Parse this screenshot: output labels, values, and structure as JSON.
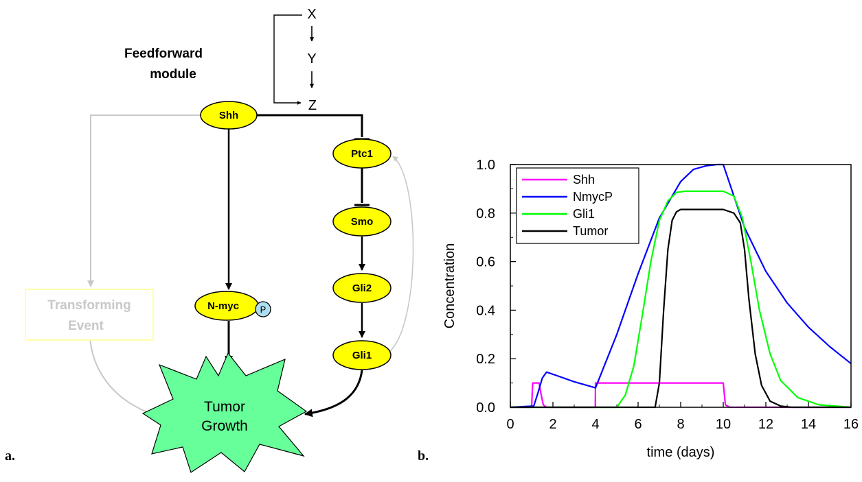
{
  "panel_a": {
    "label": "a.",
    "module_title_line1": "Feedforward",
    "module_title_line2": "module",
    "x_label": "X",
    "y_label": "Y",
    "z_label": "Z",
    "nodes": {
      "shh": "Shh",
      "ptc1": "Ptc1",
      "smo": "Smo",
      "gli2": "Gli2",
      "gli1": "Gli1",
      "nmyc": "N-myc",
      "phospho": "P"
    },
    "transforming_line1": "Transforming",
    "transforming_line2": "Event",
    "tumor_line1": "Tumor",
    "tumor_line2": "Growth",
    "colors": {
      "node_fill": "#ffff00",
      "tumor_fill": "#66ff99",
      "faded": "#c8c8c8",
      "phospho_fill": "#aedff0"
    }
  },
  "panel_b": {
    "label": "b."
  },
  "chart_data": {
    "type": "line",
    "xlabel": "time (days)",
    "ylabel": "Concentration",
    "xlim": [
      0,
      16
    ],
    "ylim": [
      0,
      1.0
    ],
    "xticks": [
      "0",
      "2",
      "4",
      "6",
      "8",
      "10",
      "12",
      "14",
      "16"
    ],
    "yticks": [
      "0.0",
      "0.2",
      "0.4",
      "0.6",
      "0.8",
      "1.0"
    ],
    "legend_position": "top-left",
    "grid": false,
    "series": [
      {
        "name": "Shh",
        "color": "#ff00ff",
        "x": [
          0,
          1.0,
          1.05,
          1.35,
          1.45,
          1.55,
          1.7,
          2.0,
          3.99,
          4.0,
          10.0,
          10.1,
          10.3,
          16
        ],
        "y": [
          0,
          0,
          0.1,
          0.1,
          0.05,
          0.01,
          0,
          0,
          0,
          0.1,
          0.1,
          0.01,
          0,
          0
        ]
      },
      {
        "name": "NmycP",
        "color": "#0000ff",
        "x": [
          0,
          1.1,
          1.3,
          1.5,
          1.7,
          2.2,
          3.0,
          3.6,
          4.0,
          5.0,
          6.0,
          7.0,
          8.0,
          8.6,
          9.2,
          9.7,
          10.0,
          10.5,
          11.0,
          12.0,
          13.0,
          14.0,
          15.0,
          16.0
        ],
        "y": [
          0,
          0.005,
          0.06,
          0.12,
          0.145,
          0.13,
          0.105,
          0.09,
          0.08,
          0.3,
          0.55,
          0.78,
          0.93,
          0.98,
          0.995,
          1.0,
          1.0,
          0.87,
          0.74,
          0.56,
          0.43,
          0.33,
          0.25,
          0.18
        ]
      },
      {
        "name": "Gli1",
        "color": "#00ff00",
        "x": [
          0,
          5.0,
          5.4,
          5.8,
          6.2,
          6.6,
          7.0,
          7.4,
          7.8,
          8.2,
          10.0,
          10.5,
          10.9,
          11.3,
          11.7,
          12.2,
          12.7,
          13.5,
          14.5,
          16.0
        ],
        "y": [
          0,
          0,
          0.05,
          0.17,
          0.38,
          0.6,
          0.77,
          0.85,
          0.885,
          0.89,
          0.89,
          0.87,
          0.78,
          0.6,
          0.4,
          0.22,
          0.11,
          0.04,
          0.01,
          0
        ]
      },
      {
        "name": "Tumor",
        "color": "#000000",
        "x": [
          0,
          6.8,
          7.0,
          7.2,
          7.4,
          7.6,
          7.8,
          8.0,
          10.0,
          10.5,
          10.8,
          11.0,
          11.2,
          11.5,
          11.8,
          12.2,
          12.7,
          13.2,
          16.0
        ],
        "y": [
          0,
          0,
          0.1,
          0.4,
          0.65,
          0.77,
          0.805,
          0.815,
          0.815,
          0.8,
          0.76,
          0.65,
          0.45,
          0.22,
          0.09,
          0.025,
          0.005,
          0,
          0
        ]
      }
    ]
  }
}
